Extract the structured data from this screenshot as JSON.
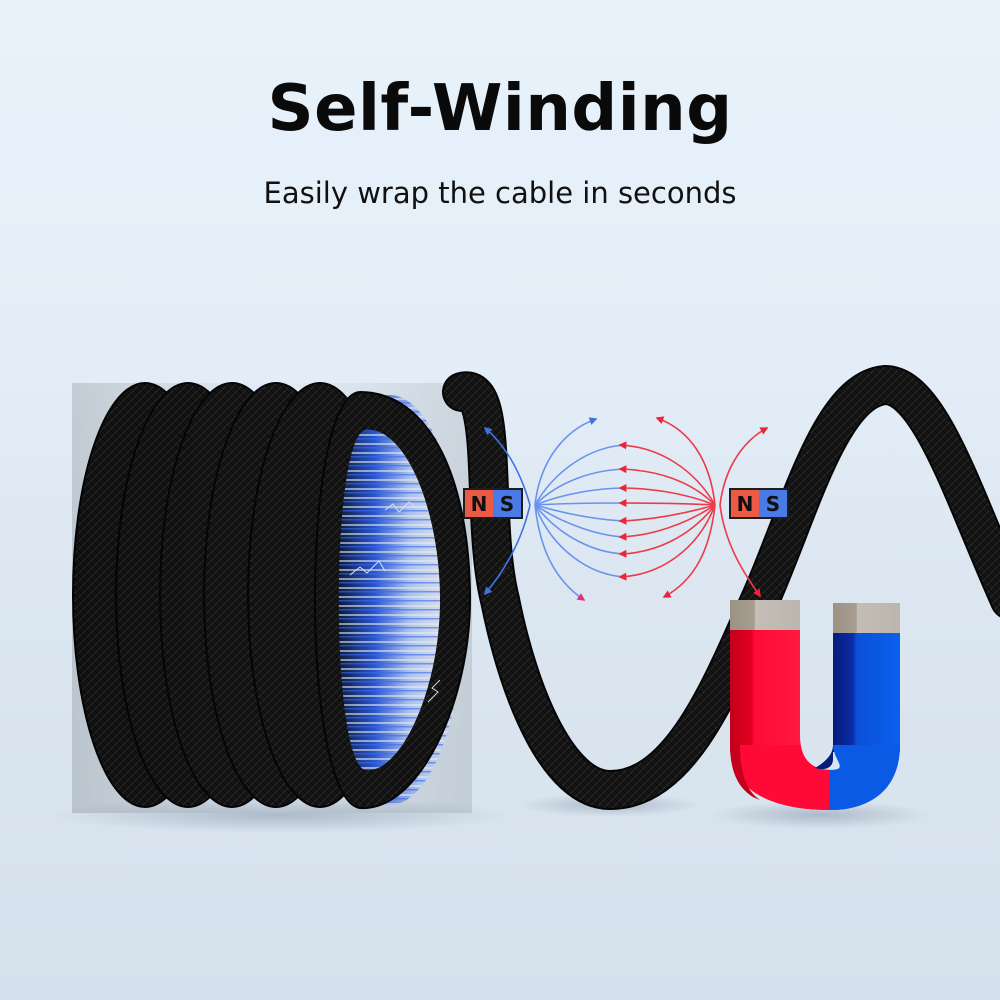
{
  "header": {
    "title": "Self-Winding",
    "subtitle": "Easily wrap the cable in seconds"
  },
  "illustration": {
    "coiled_cable": {
      "color": "#111111",
      "texture": "braided",
      "loops": 6
    },
    "magnetic_field": {
      "blue_lines_color": "#4a7ae6",
      "red_lines_color": "#ee3b4a",
      "left_pole_label": {
        "north": "N",
        "south": "S"
      },
      "right_pole_label": {
        "north": "N",
        "south": "S"
      }
    },
    "horseshoe_magnet": {
      "north_color": "#ff0a37",
      "south_color": "#0a5ae6",
      "cap_color": "#c1bbb3"
    }
  },
  "colors": {
    "background_top": "#e8f2fb",
    "background_bottom": "#d5e1ec",
    "text": "#0a0a0a"
  }
}
